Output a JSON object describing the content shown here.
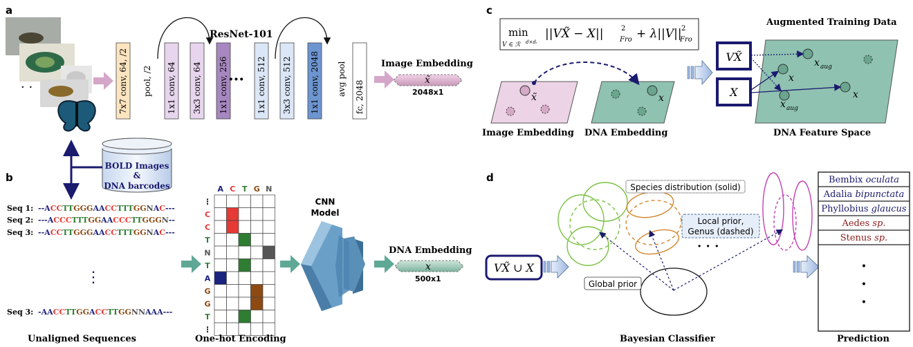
{
  "panel_labels": {
    "a": "a",
    "b": "b",
    "c": "c",
    "d": "d"
  },
  "panel_a": {
    "title": "ResNet-101",
    "dots": "· ·",
    "layers": [
      {
        "label": "7x7 conv, 64, /2",
        "fill": "#fde4c0"
      },
      {
        "label": "pool, /2",
        "fill": "none"
      },
      {
        "label": "1x1 conv, 64",
        "fill": "#e6d5ec"
      },
      {
        "label": "3x3 conv, 64",
        "fill": "#e6d5ec"
      },
      {
        "label": "1x1 conv, 256",
        "fill": "#a787c0"
      },
      {
        "label": "1x1 conv, 512",
        "fill": "#dbe6f6"
      },
      {
        "label": "3x3 conv, 512",
        "fill": "#dbe6f6"
      },
      {
        "label": "1x1 conv, 2048",
        "fill": "#6d95cf"
      },
      {
        "label": "avg pool",
        "fill": "none"
      },
      {
        "label": "fc, 2048",
        "fill": "#ffffff"
      }
    ],
    "ellipsis": "···",
    "embedding_title": "Image Embedding",
    "embedding_symbol": "x̃",
    "embedding_size": "2048x1"
  },
  "bold_db": {
    "line1": "BOLD Images",
    "line2": "&",
    "line3": "DNA barcodes"
  },
  "panel_b": {
    "sequences": [
      {
        "label": "Seq 1:",
        "seq": "--ACCTTGGGAACCTTTGGNAC---"
      },
      {
        "label": "Seq 2:",
        "seq": "---ACCCTTTGGAACCCTTGGGN--"
      },
      {
        "label": "Seq 3:",
        "seq": "--ACCTTGGGAACCTTTGGNAC---"
      },
      {
        "label": "Seq 3:",
        "seq": "-AACCTTGGACCTTGGNNAAA---"
      }
    ],
    "vdots": "⋮",
    "unaligned_label": "Unaligned Sequences",
    "onehot_label": "One-hot Encoding",
    "onehot_header": [
      "A",
      "C",
      "T",
      "G",
      "N"
    ],
    "onehot_rows": [
      "⋮",
      "C",
      "C",
      "T",
      "N",
      "T",
      "A",
      "G",
      "G",
      "T",
      "⋮"
    ],
    "cnn_label_1": "CNN",
    "cnn_label_2": "Model",
    "embedding_title": "DNA Embedding",
    "embedding_symbol": "x",
    "embedding_size": "500x1",
    "base_colors": {
      "A": "#1a237e",
      "C": "#e53935",
      "T": "#2e7d32",
      "G": "#8d4a12",
      "N": "#555555"
    }
  },
  "panel_c": {
    "equation_min": "min",
    "equation_sub": "V ∈ ℛ",
    "equation_sup": "d×dᵢ",
    "equation_body": "||VX̃ − X||",
    "equation_exp1": "2",
    "equation_fro1": "Fro",
    "equation_lambda": "+ λ||V||",
    "equation_exp2": "2",
    "equation_fro2": "Fro",
    "image_embedding_label": "Image Embedding",
    "image_symbol": "x̃",
    "dna_embedding_label": "DNA Embedding",
    "dna_symbol": "x",
    "aug_title": "Augmented Training Data",
    "box_vx": "VX̃",
    "box_x": "X",
    "aug_x_aug_1": "x",
    "aug_x_1": "x",
    "aug_x_aug_2": "x",
    "aug_x_2": "x",
    "aug_sub": "aug",
    "feature_space_label": "DNA Feature Space"
  },
  "panel_d": {
    "input_box": "VX̃ ∪ X",
    "species_label": "Species distribution (solid)",
    "local_prior_line1": "Local prior,",
    "local_prior_line2": "Genus (dashed)",
    "global_prior": "Global prior",
    "dots": "· · ·",
    "classifier_label": "Bayesian Classifier",
    "prediction_label": "Prediction",
    "predictions": [
      {
        "genus": "Bembix",
        "species": "oculata"
      },
      {
        "genus": "Adalia",
        "species": "bipunctata"
      },
      {
        "genus": "Phyllobius",
        "species": "glaucus"
      },
      {
        "genus": "Aedes",
        "species": "sp."
      },
      {
        "genus": "Stenus",
        "species": "sp."
      }
    ],
    "prediction_dots": "·"
  },
  "colors": {
    "pink_arrow": "#d4a6c8",
    "teal_arrow": "#5fa896",
    "navy": "#1a1a6e",
    "pink_plane": "#ecd3e6",
    "teal_plane": "#8fc2b1",
    "green": "#7ac142",
    "orange": "#d2862c",
    "magenta": "#c43fb4"
  }
}
